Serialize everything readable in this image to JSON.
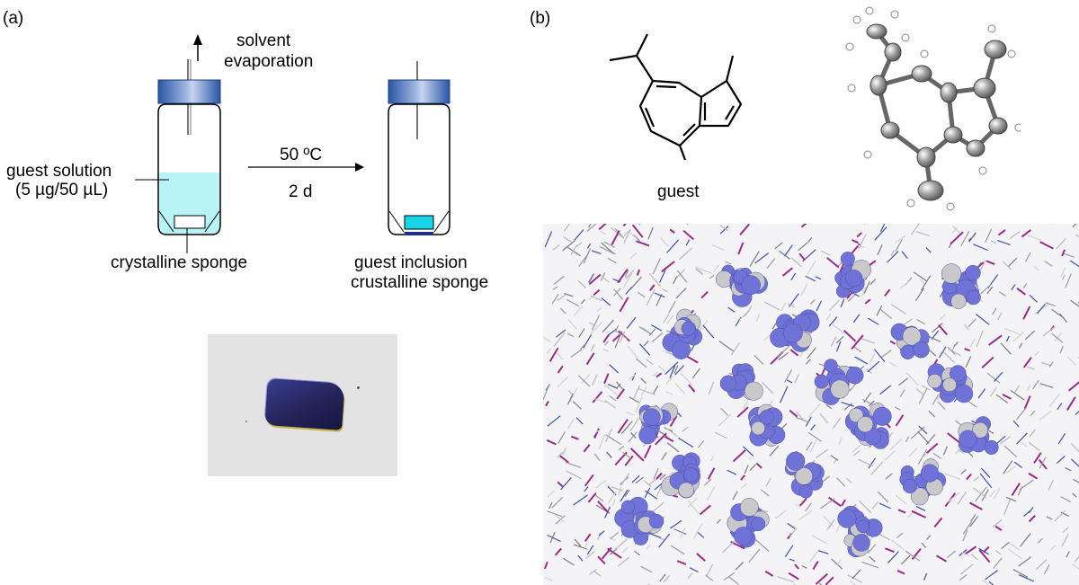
{
  "panel_a": {
    "label": "(a)",
    "evaporation_line1": "solvent",
    "evaporation_line2": "evaporation",
    "solution_line1": "guest solution",
    "solution_line2": "(5 µg/50 µL)",
    "condition_temp": "50 ºC",
    "condition_time": "2 d",
    "sponge_label": "crystalline sponge",
    "result_line1": "guest inclusion",
    "result_line2": "crustalline sponge"
  },
  "panel_b": {
    "label": "(b)",
    "guest_label": "guest"
  },
  "colors": {
    "cap_blue": "#2f5fb0",
    "solution": "#b8f3f6",
    "sponge_included": "#18d6e8",
    "guest_atom": "#6f73d8",
    "hydrogen": "#c9c9cc"
  }
}
